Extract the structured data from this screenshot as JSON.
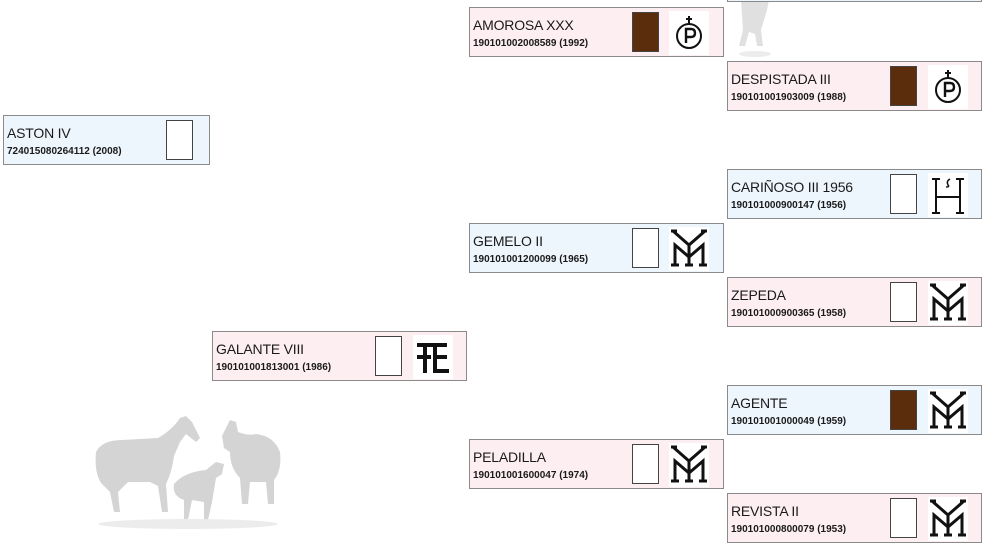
{
  "colors": {
    "male_bg": "#eef6fd",
    "female_bg": "#fdeef2",
    "coat_bay": "#5c2d0d",
    "coat_none": "#ffffff",
    "watermark": "#cccccc"
  },
  "pedigree": {
    "subject": {
      "name": "ASTON IV",
      "code": "724015080264112 (2008)",
      "sex": "male",
      "coat": "none",
      "brand": ""
    },
    "sire": {
      "name": "GALANTE VIII",
      "code": "190101001813001 (1986)",
      "sex": "female",
      "coat": "none",
      "brand": "FE"
    },
    "dam_line_top": {
      "name": "AMOROSA XXX",
      "code": "190101002008589 (1992)",
      "sex": "female",
      "coat": "bay",
      "brand": "P-circle"
    },
    "gg_despistada": {
      "name": "DESPISTADA III",
      "code": "190101001903009 (1988)",
      "sex": "female",
      "coat": "bay",
      "brand": "P-circle"
    },
    "gg_carinoso": {
      "name": "CARIÑOSO III 1956",
      "code": "190101000900147 (1956)",
      "sex": "male",
      "coat": "none",
      "brand": "H-gate"
    },
    "g_gemelo": {
      "name": "GEMELO II",
      "code": "190101001200099 (1965)",
      "sex": "male",
      "coat": "none",
      "brand": "YM"
    },
    "gg_zepeda": {
      "name": "ZEPEDA",
      "code": "190101000900365 (1958)",
      "sex": "female",
      "coat": "none",
      "brand": "YM"
    },
    "gg_agente": {
      "name": "AGENTE",
      "code": "190101001000049 (1959)",
      "sex": "male",
      "coat": "bay",
      "brand": "YM"
    },
    "g_peladilla": {
      "name": "PELADILLA",
      "code": "190101001600047 (1974)",
      "sex": "female",
      "coat": "none",
      "brand": "YM"
    },
    "gg_revista": {
      "name": "REVISTA II",
      "code": "190101000800079 (1953)",
      "sex": "female",
      "coat": "none",
      "brand": "YM"
    }
  }
}
